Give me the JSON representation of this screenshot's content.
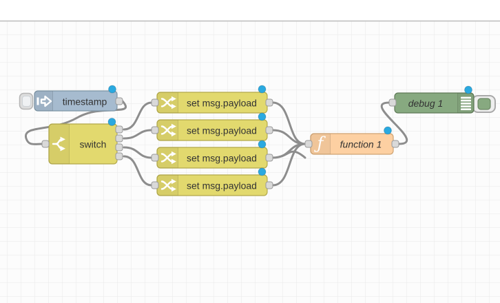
{
  "canvas": {
    "background": "#fcfcfc",
    "grid_line": "#e9e9e9",
    "top_bar_bg": "#ffffff",
    "top_bar_border": "#bbbbbb",
    "wire_color": "#8d8d8d",
    "port_fill": "#d9d9d9",
    "port_border": "#999999",
    "status_dot_color": "#2aa9e0"
  },
  "icons": {
    "inject": "arrow-into-node-icon",
    "switch": "fork-split-icon",
    "change": "shuffle-crossed-arrows-icon",
    "function": "italic-f-icon",
    "function_glyph": "ƒ",
    "debug": "output-lines-icon"
  },
  "nodes": {
    "inject": {
      "type": "inject",
      "label": "timestamp",
      "color": "#a6bbcf",
      "border": "#7e95a5",
      "changed": true
    },
    "switch": {
      "type": "switch",
      "label": "switch",
      "outputs": 4,
      "color": "#e2d96e",
      "border": "#b2a94b",
      "changed": true
    },
    "changes": [
      {
        "type": "change",
        "label": "set msg.payload",
        "color": "#e2d96e",
        "border": "#b2a94b",
        "changed": true
      },
      {
        "type": "change",
        "label": "set msg.payload",
        "color": "#e2d96e",
        "border": "#b2a94b",
        "changed": true
      },
      {
        "type": "change",
        "label": "set msg.payload",
        "color": "#e2d96e",
        "border": "#b2a94b",
        "changed": true
      },
      {
        "type": "change",
        "label": "set msg.payload",
        "color": "#e2d96e",
        "border": "#b2a94b",
        "changed": true
      }
    ],
    "function": {
      "type": "function",
      "label": "function 1",
      "color": "#fdd0a2",
      "border": "#cfa372",
      "changed": true
    },
    "debug": {
      "type": "debug",
      "label": "debug 1",
      "enabled": true,
      "color": "#87a980",
      "border": "#5f7a57",
      "changed": true
    }
  }
}
